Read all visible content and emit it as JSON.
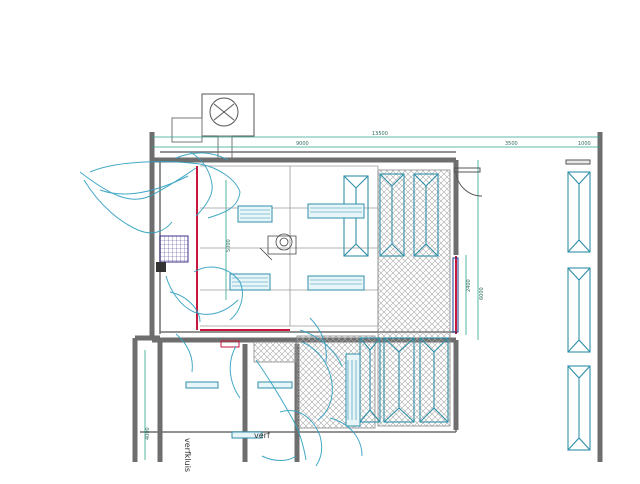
{
  "dimensions": {
    "overall": "13500",
    "left_span": "9000",
    "mid_span": "3500",
    "right_span": "1000",
    "inner_height": "5000",
    "right_height": "6000",
    "door_height": "2400",
    "lower_left": "4000"
  },
  "rooms": {
    "paint_lock_left": "verfkluis",
    "paint_lock_right": "verf"
  },
  "colors": {
    "wall": "#6e6e6e",
    "line": "#2f8fa8",
    "dim": "#2aa58c",
    "accent": "#c8163c",
    "hatch": "#9a9a9a"
  }
}
